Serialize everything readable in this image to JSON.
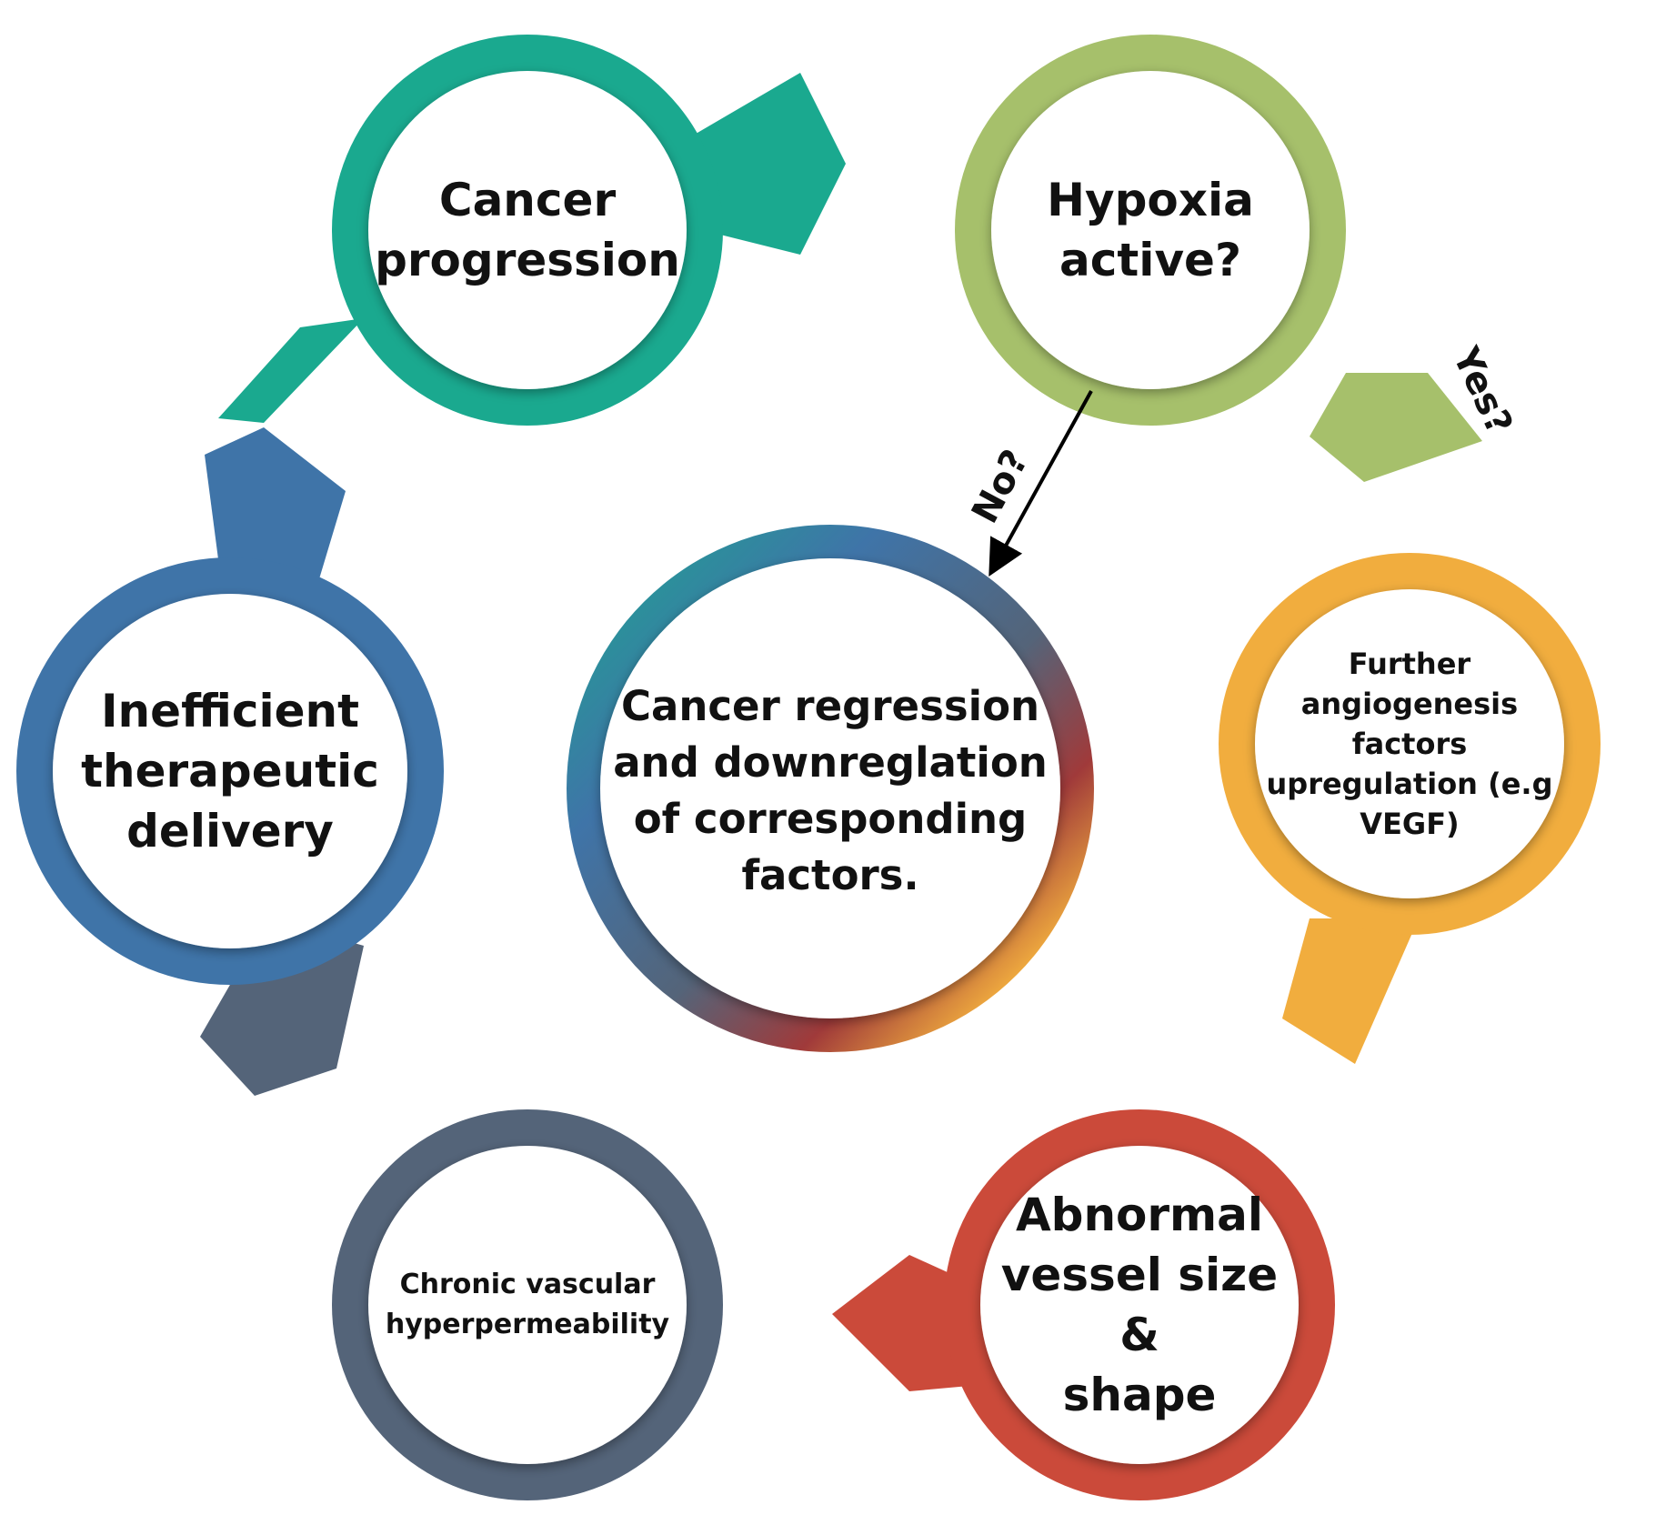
{
  "nodes": {
    "cancer_progression": {
      "label": "Cancer\nprogression",
      "color": "#1aa98f"
    },
    "hypoxia": {
      "label": "Hypoxia\nactive?",
      "color": "#a6c06b"
    },
    "angiogenesis": {
      "label": "Further\nangiogenesis\nfactors\nupregulation (e.g\nVEGF)",
      "color": "#f1ad3e"
    },
    "abnormal_vessel": {
      "label": "Abnormal\nvessel size &\nshape",
      "color": "#cb4a3a"
    },
    "hyperpermeability": {
      "label": "Chronic vascular\nhyperpermeability",
      "color": "#546479"
    },
    "inefficient_delivery": {
      "label": "Inefficient\ntherapeutic\ndelivery",
      "color": "#3f74a8"
    },
    "center": {
      "label": "Cancer regression\nand downreglation\nof corresponding\nfactors."
    }
  },
  "branches": {
    "yes": "Yes?",
    "no": "No?"
  }
}
